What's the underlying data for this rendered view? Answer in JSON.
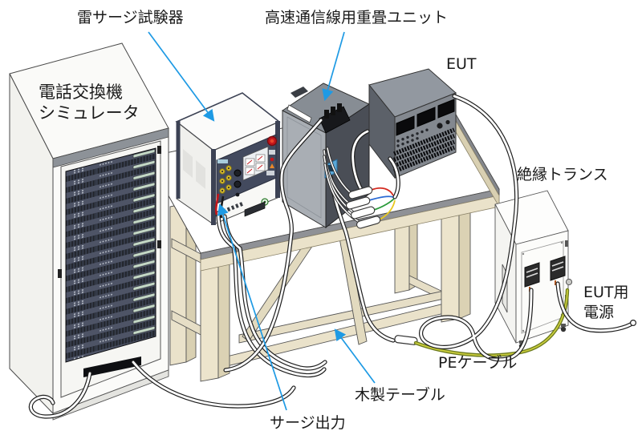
{
  "diagram": {
    "labels": {
      "rack_line1": "電話交換機",
      "rack_line2": "シミュレータ",
      "surge_tester": "雷サージ試験器",
      "coupling_unit": "高速通信線用重畳ユニット",
      "eut": "EUT",
      "isolation_transformer": "絶縁トランス",
      "eut_power_line1": "EUT用",
      "eut_power_line2": "電源",
      "pe_cable": "PEケーブル",
      "wooden_table": "木製テーブル",
      "surge_output": "サージ出力"
    },
    "colors": {
      "leader_line": "#1e9ae4",
      "text": "#1a1a1a",
      "table_wood": "#eae2ca",
      "table_edge_band": "#8f9196",
      "rack_body": "#fafaf8",
      "rack_unit_face": "#4e5466",
      "rack_unit_lcd": "#c4d8c6",
      "tester_trim": "#3c4254",
      "tester_panel": "#434a5e",
      "coupling_unit_body": "#a9aeb4",
      "coupling_unit_front": "#4a4e56",
      "coupling_connector_blue": "#5aa8d8",
      "eut_body": "#83888f",
      "transformer_body": "#fcfcfa",
      "pe_cable_outer": "#6b7a1e",
      "pe_cable_core": "#c9cc3c",
      "emergency_button_red": "#c3161c",
      "binding_post_yellow": "#d9bd2e"
    }
  }
}
